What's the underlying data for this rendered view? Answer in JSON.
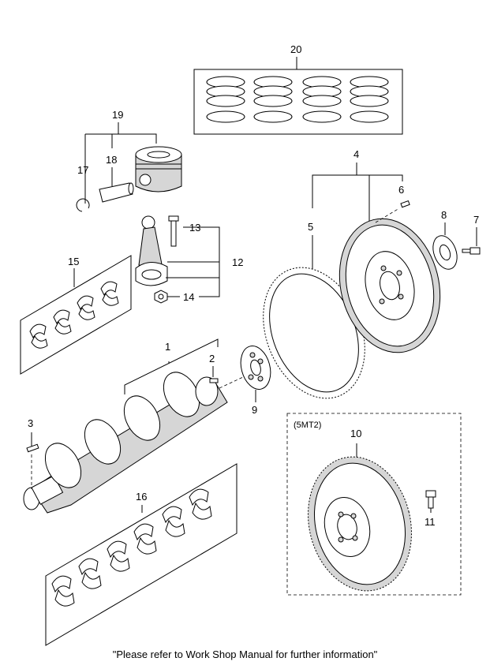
{
  "callouts": {
    "p1": "1",
    "p2": "2",
    "p3": "3",
    "p4": "4",
    "p5": "5",
    "p6": "6",
    "p7": "7",
    "p8": "8",
    "p9": "9",
    "p10": "10",
    "p11": "11",
    "p12": "12",
    "p13": "13",
    "p14": "14",
    "p15": "15",
    "p16": "16",
    "p17": "17",
    "p18": "18",
    "p19": "19",
    "p20": "20"
  },
  "variant_box": {
    "label": "(5MT2)"
  },
  "footer": {
    "note": "\"Please refer to Work Shop Manual for further information\""
  },
  "colors": {
    "ink": "#000000",
    "background": "#ffffff",
    "part_shade": "#d6d6d6"
  }
}
